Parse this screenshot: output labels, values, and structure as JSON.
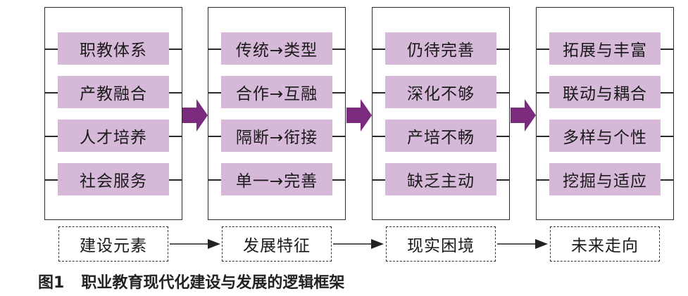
{
  "colors": {
    "item_fill": "#d6b8d8",
    "big_arrow": "#7a2b7e",
    "line": "#2b2b2b"
  },
  "columns": [
    {
      "label": "建设元素",
      "items": [
        "职教体系",
        "产教融合",
        "人才培养",
        "社会服务"
      ]
    },
    {
      "label": "发展特征",
      "items": [
        "传统→类型",
        "合作→互融",
        "隔断→衔接",
        "单一→完善"
      ]
    },
    {
      "label": "现实困境",
      "items": [
        "仍待完善",
        "深化不够",
        "产培不畅",
        "缺乏主动"
      ]
    },
    {
      "label": "未来走向",
      "items": [
        "拓展与丰富",
        "联动与耦合",
        "多样与个性",
        "挖掘与适应"
      ]
    }
  ],
  "caption": {
    "number": "图1",
    "title": "职业教育现代化建设与发展的逻辑框架"
  }
}
